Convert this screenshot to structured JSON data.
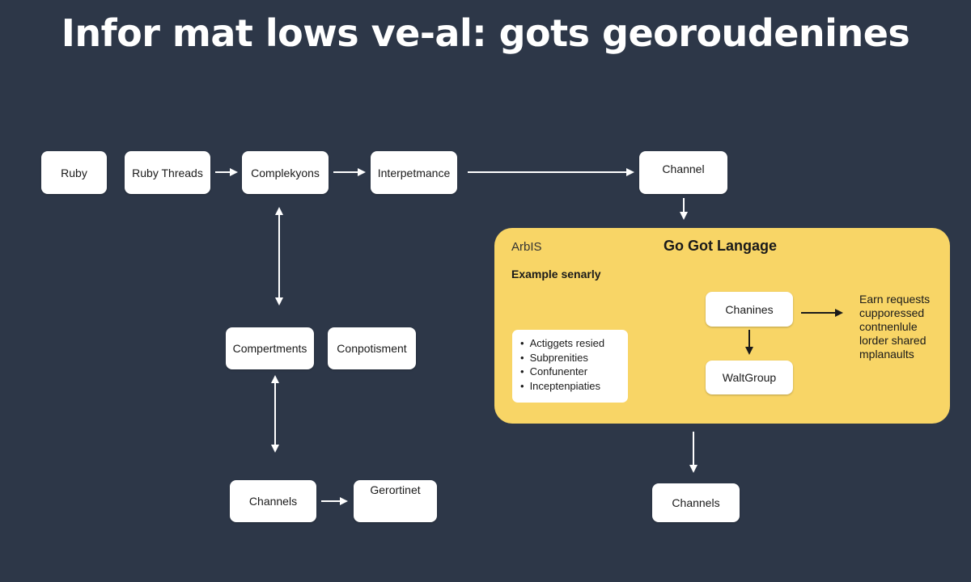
{
  "title": "Infor mat lows  ve-al: gots georoudenines",
  "nodes": {
    "ruby": "Ruby",
    "ruby_threads": "Ruby Threads",
    "complexyons": "Complekyons",
    "interpetmance": "Interpetmance",
    "channel_top": "Channel",
    "compertments": "Compertments",
    "conpotisment": "Conpotisment",
    "channels_left": "Channels",
    "gerortinet": "Gerortinet",
    "chanines": "Chanines",
    "waitgroup": "WaltGroup",
    "channels_bottom": "Channels"
  },
  "panel": {
    "label": "ArbIS",
    "title": "Go Got Langage",
    "subtitle": "Example senarly",
    "bullets": [
      "Actiggets resied",
      "Subprenities",
      "Confunenter",
      "Inceptenpiaties"
    ],
    "note": [
      "Earn requests",
      "cupporessed",
      "contnenlule",
      "lorder shared",
      "mplanaults"
    ]
  },
  "colors": {
    "background": "#2d3748",
    "panel": "#f8d566",
    "node": "#ffffff",
    "arrow": "#ffffff",
    "arrow_on_panel": "#1a1a1a"
  }
}
